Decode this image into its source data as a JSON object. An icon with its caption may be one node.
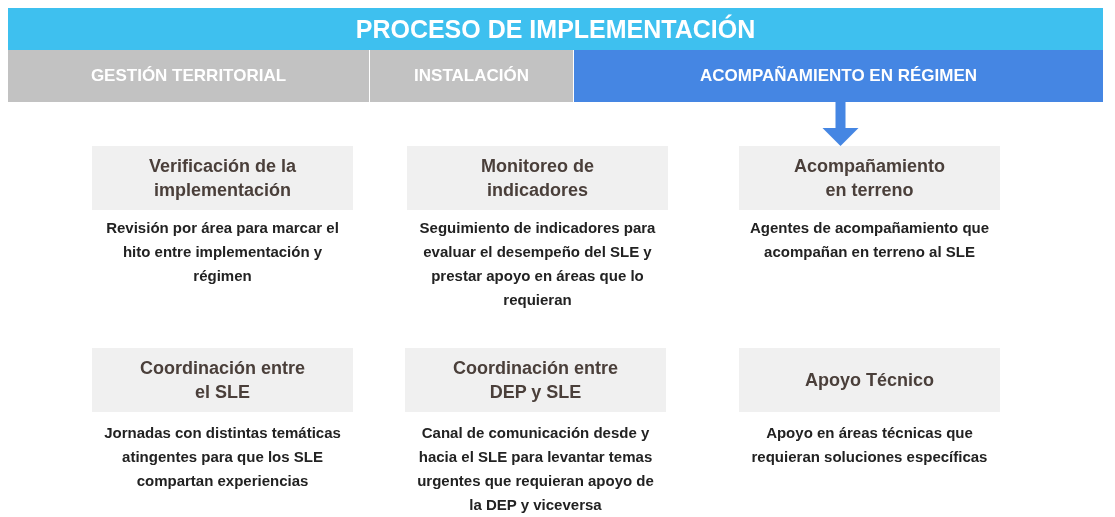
{
  "diagram": {
    "title": "PROCESO DE IMPLEMENTACIÓN",
    "nodes": [
      {
        "text": [
          "GESTIÓN TERRITORIAL"
        ]
      },
      {
        "text": [
          "INSTALACIÓN"
        ]
      },
      {
        "text": [
          "ACOMPAÑAMIENTO EN RÉGIMEN"
        ]
      },
      {
        "text": [
          "Verificación de la implementación"
        ],
        "beside": [
          "Revisión por área para marcar el hito entre implementación y régimen"
        ]
      },
      {
        "text": [
          "Monitoreo de indicadores"
        ],
        "beside": [
          "Seguimiento de indicadores para evaluar el desempeño del SLE y prestar apoyo en áreas que lo requieran"
        ]
      },
      {
        "text": [
          "Acompañamiento en terreno"
        ],
        "beside": [
          "Agentes de acompañamiento que acompañan en terreno al SLE"
        ]
      },
      {
        "text": [
          "Coordinación entre el SLE"
        ],
        "beside": [
          "Jornadas con distintas temáticas atingentes para que los SLE compartan experiencias"
        ]
      },
      {
        "text": [
          "Coordinación entre DEP y SLE"
        ],
        "beside": [
          "Canal de comunicación desde y hacia el SLE para levantar temas urgentes que requieran apoyo de la DEP y viceversa"
        ]
      },
      {
        "text": [
          "Apoyo Técnico"
        ],
        "beside": [
          "Apoyo en áreas técnicas que requieran soluciones específicas"
        ]
      }
    ],
    "edges": [
      {
        "from": 2,
        "to": 5,
        "arrow": "to"
      }
    ]
  }
}
